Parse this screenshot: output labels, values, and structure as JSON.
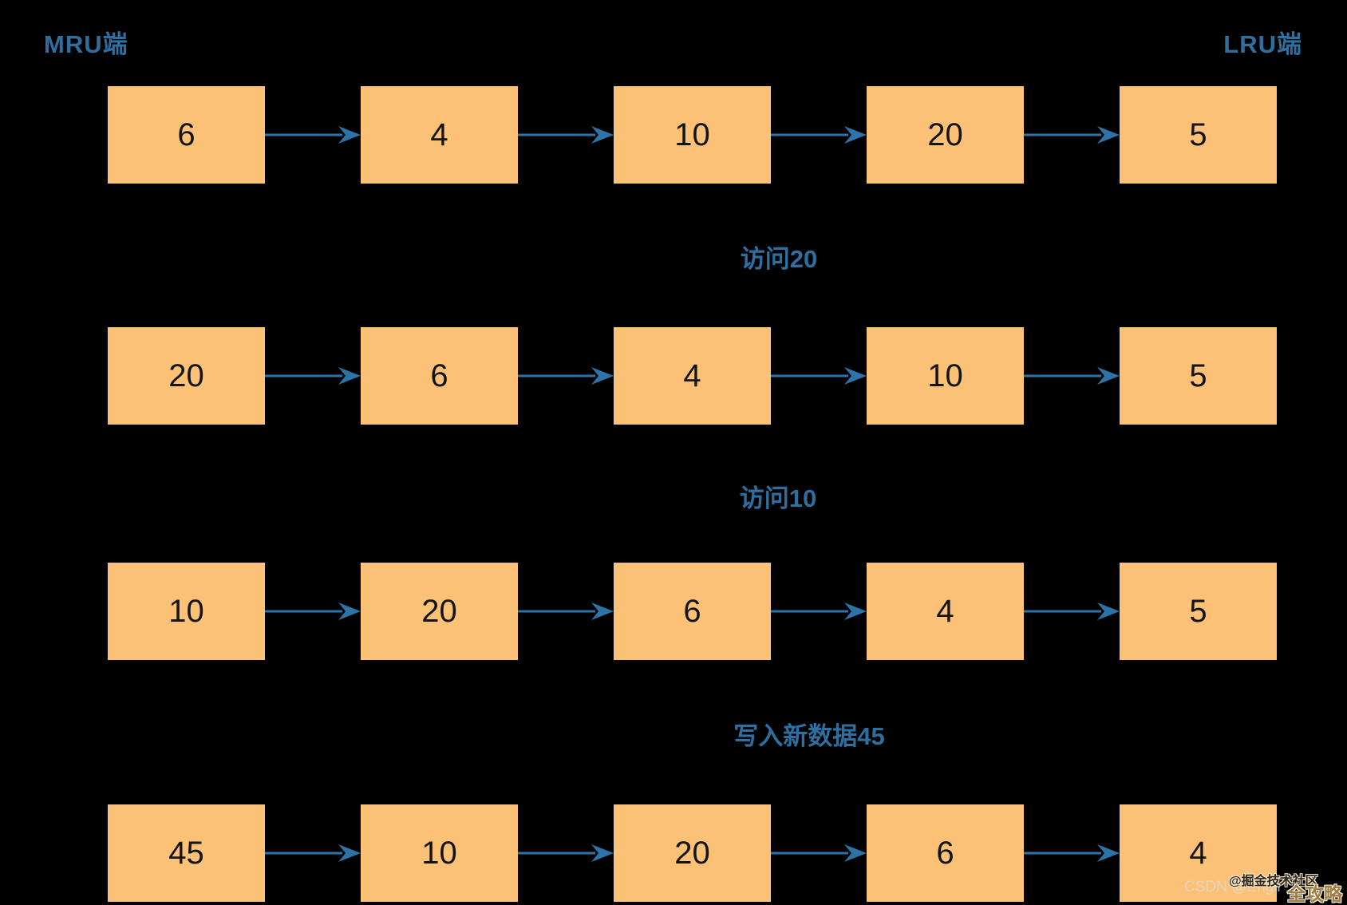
{
  "labels": {
    "mru": "MRU端",
    "lru": "LRU端"
  },
  "steps": [
    "访问20",
    "访问10",
    "写入新数据45"
  ],
  "rows": [
    {
      "nodes": [
        "6",
        "4",
        "10",
        "20",
        "5"
      ]
    },
    {
      "nodes": [
        "20",
        "6",
        "4",
        "10",
        "5"
      ]
    },
    {
      "nodes": [
        "10",
        "20",
        "6",
        "4",
        "5"
      ]
    },
    {
      "nodes": [
        "45",
        "10",
        "20",
        "6",
        "4"
      ]
    }
  ],
  "watermark": {
    "csdn": "CSDN @Engli",
    "juejin": "@掘金技术社区",
    "badge": "全攻略"
  },
  "colors": {
    "bg": "#000000",
    "box-fill": "#FBC176",
    "arrow": "#2C74A8",
    "accent-blue": "#2E6F9F"
  }
}
